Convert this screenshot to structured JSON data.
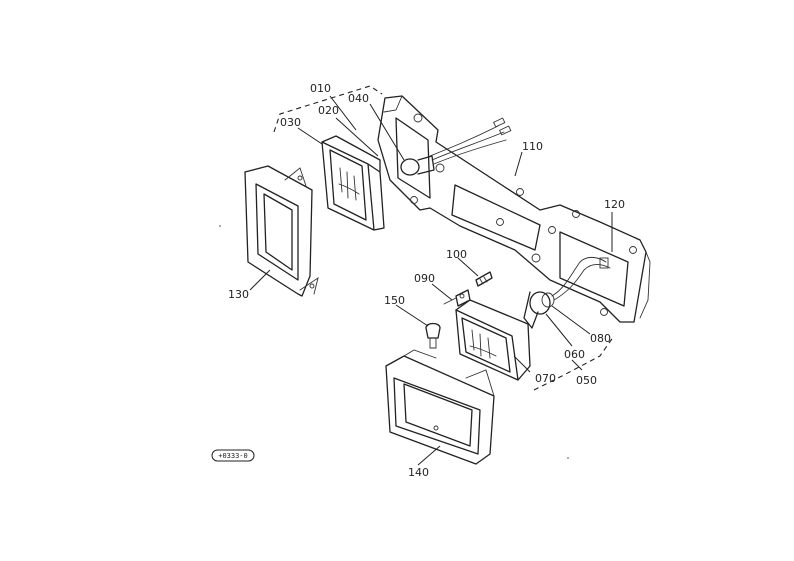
{
  "callouts": [
    {
      "id": "010",
      "text": "010"
    },
    {
      "id": "020",
      "text": "020"
    },
    {
      "id": "030",
      "text": "030"
    },
    {
      "id": "040",
      "text": "040"
    },
    {
      "id": "050",
      "text": "050"
    },
    {
      "id": "060",
      "text": "060"
    },
    {
      "id": "070",
      "text": "070"
    },
    {
      "id": "080",
      "text": "080"
    },
    {
      "id": "090",
      "text": "090"
    },
    {
      "id": "100",
      "text": "100"
    },
    {
      "id": "110",
      "text": "110"
    },
    {
      "id": "120",
      "text": "120"
    },
    {
      "id": "130",
      "text": "130"
    },
    {
      "id": "140",
      "text": "140"
    },
    {
      "id": "150",
      "text": "150"
    }
  ],
  "drawing_code": "+0333-0"
}
